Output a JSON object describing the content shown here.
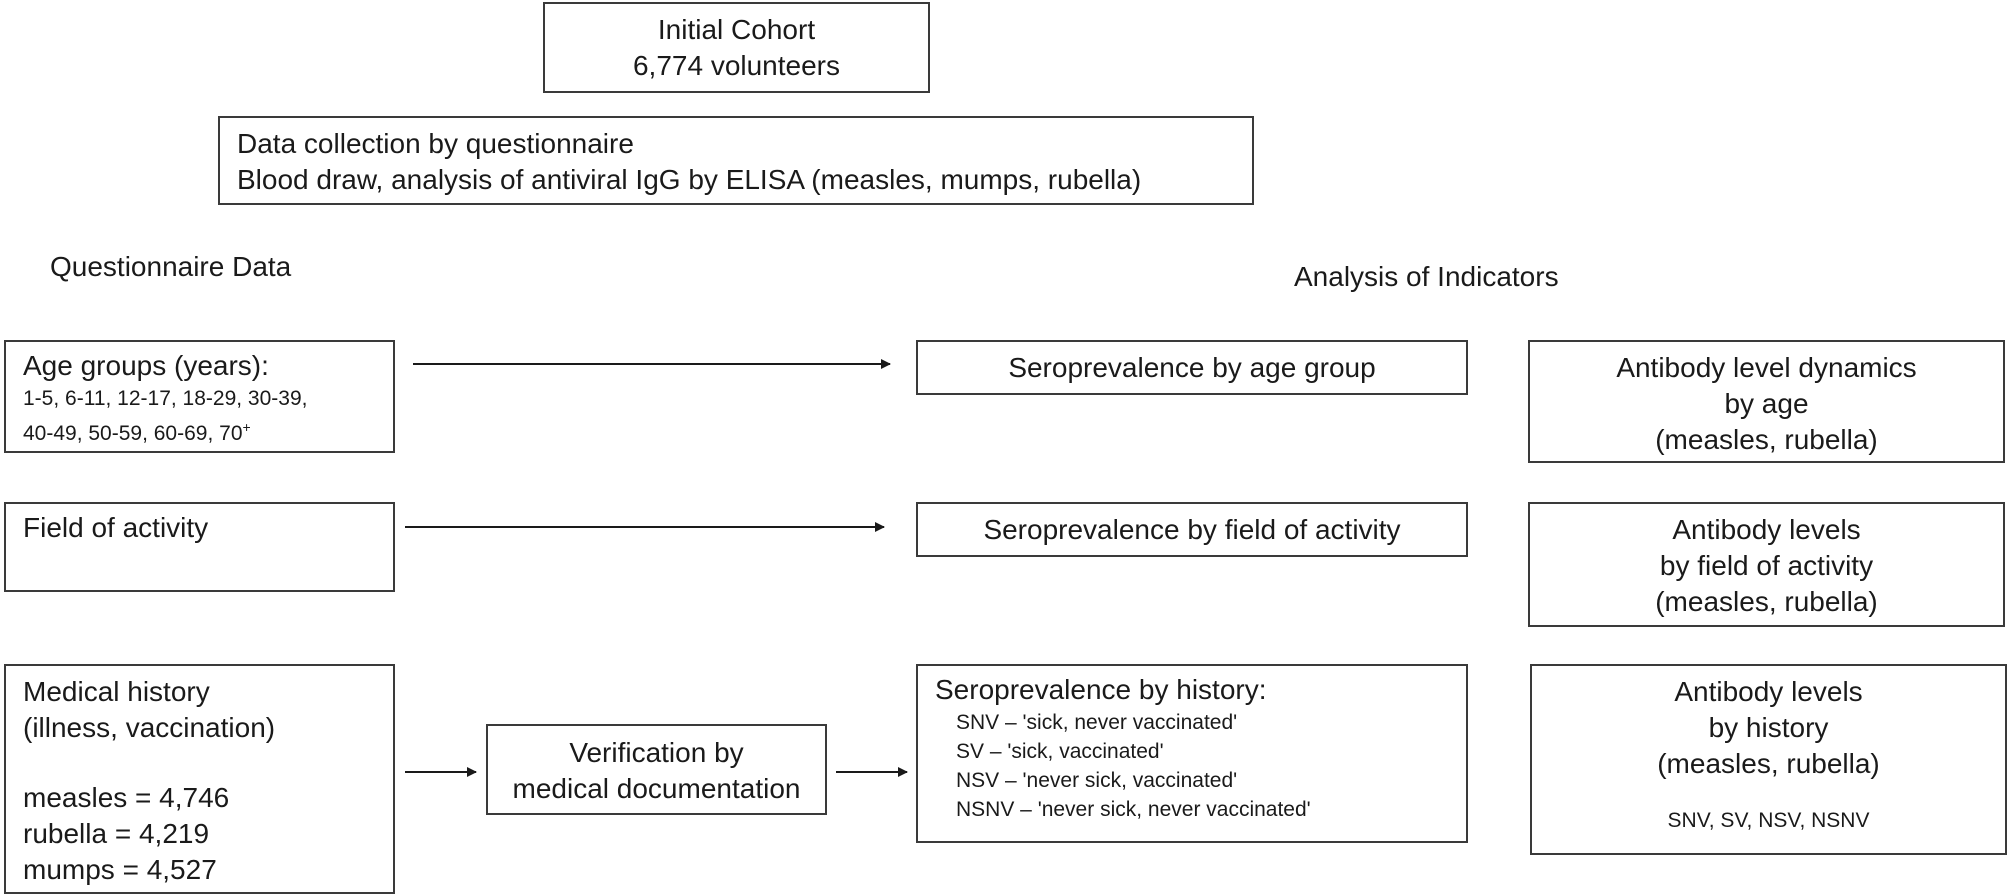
{
  "cohort": {
    "title": "Initial Cohort",
    "count": "6,774 volunteers"
  },
  "collection": {
    "line1": "Data collection by questionnaire",
    "line2": "Blood draw, analysis of antiviral IgG by ELISA (measles, mumps, rubella)"
  },
  "headings": {
    "questionnaire": "Questionnaire Data",
    "indicators": "Analysis of Indicators"
  },
  "age": {
    "title": "Age groups (years):",
    "groups_line1": "1-5, 6-11, 12-17, 18-29, 30-39,",
    "groups_line2": "40-49, 50-59, 60-69, 70",
    "groups_sup": "+"
  },
  "field": {
    "title": "Field of activity"
  },
  "medical": {
    "line1": "Medical history",
    "line2": "(illness, vaccination)",
    "measles": "measles = 4,746",
    "rubella": "rubella = 4,219",
    "mumps": "mumps = 4,527"
  },
  "verification": {
    "line1": "Verification by",
    "line2": "medical documentation"
  },
  "sero_age": "Seroprevalence by age group",
  "sero_field": "Seroprevalence by field of activity",
  "sero_history": {
    "title": "Seroprevalence by history:",
    "items": [
      "SNV – 'sick, never vaccinated'",
      "SV – 'sick, vaccinated'",
      "NSV – 'never sick, vaccinated'",
      "NSNV – 'never sick, never vaccinated'"
    ]
  },
  "ab_age": {
    "line1": "Antibody level dynamics",
    "line2": "by age",
    "line3": "(measles, rubella)"
  },
  "ab_field": {
    "line1": "Antibody levels",
    "line2": "by field of activity",
    "line3": "(measles, rubella)"
  },
  "ab_history": {
    "line1": "Antibody levels",
    "line2": "by history",
    "line3": "(measles, rubella)",
    "line4": "SNV, SV, NSV, NSNV"
  }
}
